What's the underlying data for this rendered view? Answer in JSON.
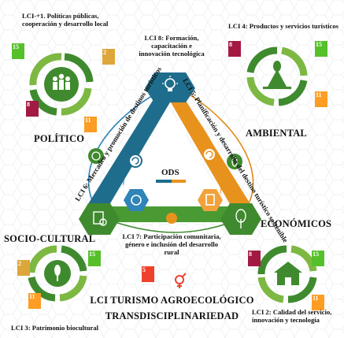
{
  "lci": {
    "lci1": [
      "LCI-+1. Políticas públicas,",
      "cooperación y desarrollo local"
    ],
    "lci2": [
      "LCI 2: Calidad del servicio,",
      "innovación y tecnología"
    ],
    "lci3": "LCI 3: Patrimonio biocultural",
    "lci4": "LCI 4: Productos y servicios turísticos",
    "lci5": "LCI 5: Planificación y desarrollo del destino turístico sostenible",
    "lci6": "LCI 6: Mercadeo y promoción de destinos turísticos",
    "lci7": [
      "LCI 7: Participación comunitaria,",
      "género e inclusión del desarrollo",
      "rural"
    ],
    "lci8": [
      "LCI 8: Formación,",
      "capacitación e",
      "innovación tecnológica"
    ]
  },
  "dimensions": {
    "politico": "POLÍTICO",
    "ambiental": "AMBIENTAL",
    "socio_cultural": "SOCIO-CULTURAL",
    "economicos": "ECONÓMICOS"
  },
  "center_label": "ODS",
  "footer": {
    "line1": "LCI TURISMO AGROECOLÓGICO",
    "line2": "TRANSDISCIPLINARIEDAD"
  },
  "sdg_numbers": {
    "tl": [
      "15",
      "2",
      "8",
      "11"
    ],
    "tr": [
      "8",
      "15",
      "11"
    ],
    "bl": [
      "2",
      "15",
      "11"
    ],
    "br": [
      "8",
      "15",
      "11"
    ],
    "center_bottom": "5"
  },
  "colors": {
    "green_dark": "#3f8a2e",
    "green_light": "#7db843",
    "teal_blue": "#1f6d8c",
    "orange": "#e8921e",
    "sdg2": "#dda63a",
    "sdg5": "#ef402b",
    "sdg8": "#a21942",
    "sdg11": "#fd9d24",
    "sdg15": "#56c02b"
  }
}
